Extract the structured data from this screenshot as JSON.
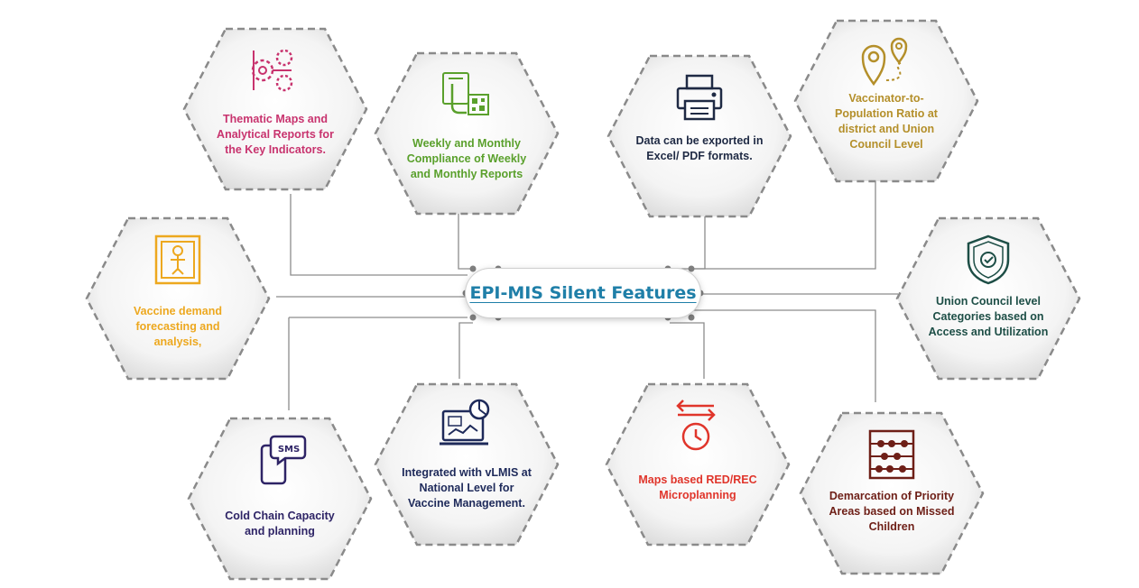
{
  "title": "EPI-MIS Silent Features",
  "colors": {
    "connector": "#8c8c8c",
    "hex_border": "#8a8a8a",
    "title": "#1f7fa8"
  },
  "features": [
    {
      "id": "thematic-maps",
      "label": "Thematic Maps and Analytical Reports for the Key Indicators.",
      "color": "#c8336e",
      "icon": "gears-icon"
    },
    {
      "id": "weekly-compliance",
      "label": "Weekly and Monthly Compliance of Weekly and Monthly Reports",
      "color": "#5aa02c",
      "icon": "qr-scan-icon"
    },
    {
      "id": "data-export",
      "label": "Data can be exported in Excel/ PDF formats.",
      "color": "#1f2a44",
      "icon": "printer-icon"
    },
    {
      "id": "vaccinator-ratio",
      "label": "Vaccinator-to-Population Ratio at district and Union Council Level",
      "color": "#b48f2a",
      "icon": "map-route-icon"
    },
    {
      "id": "vaccine-forecasting",
      "label": "Vaccine demand forecasting and analysis,",
      "color": "#eda81f",
      "icon": "chart-board-icon"
    },
    {
      "id": "uc-categories",
      "label": "Union Council level Categories based on Access and Utilization",
      "color": "#1d4e46",
      "icon": "shield-check-icon"
    },
    {
      "id": "cold-chain",
      "label": "Cold Chain Capacity and planning",
      "color": "#2e2466",
      "icon": "sms-phone-icon"
    },
    {
      "id": "vlmis",
      "label": "Integrated with vLMIS at National Level for Vaccine Management.",
      "color": "#1e2a5a",
      "icon": "laptop-chart-icon"
    },
    {
      "id": "red-rec",
      "label": "Maps based RED/REC Microplanning",
      "color": "#e0352b",
      "icon": "clock-arrows-icon"
    },
    {
      "id": "priority-areas",
      "label": "Demarcation of Priority Areas based on Missed Children",
      "color": "#6e1f17",
      "icon": "abacus-icon"
    }
  ]
}
